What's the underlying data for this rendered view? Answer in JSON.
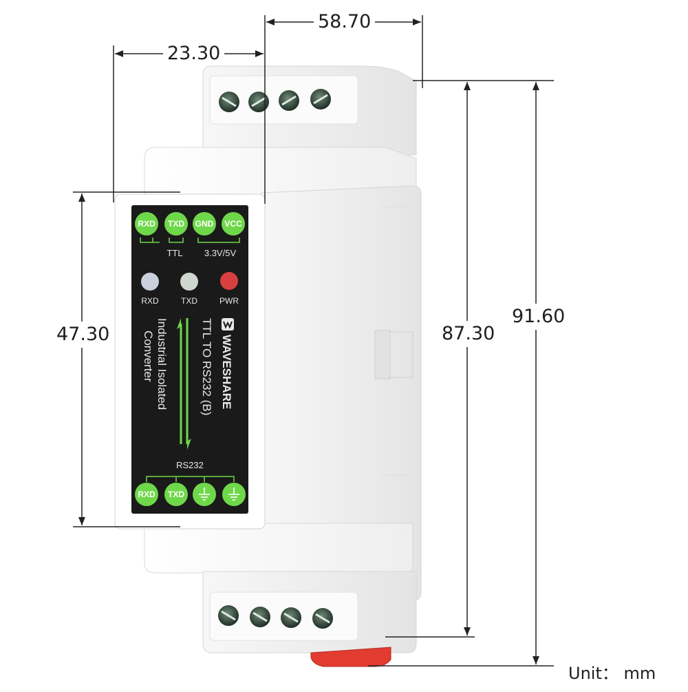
{
  "dimensions": {
    "depth_total": "58.70",
    "depth_front": "23.30",
    "panel_height": "47.30",
    "body_height": "87.30",
    "total_height": "91.60"
  },
  "unit_label": "Unit： mm",
  "panel": {
    "ttl_pins": [
      "RXD",
      "TXD",
      "GND",
      "VCC"
    ],
    "ttl_label": "TTL",
    "voltage_label": "3.3V/5V",
    "leds": [
      {
        "label": "RXD",
        "color": "#c9d0dc"
      },
      {
        "label": "TXD",
        "color": "#cfd6cf"
      },
      {
        "label": "PWR",
        "color": "#d84040"
      }
    ],
    "brand": "WAVESHARE",
    "product_line1": "TTL TO RS232 (B)",
    "product_line2": "Industrial Isolated",
    "product_line3": "Converter",
    "rs232_label": "RS232",
    "rs232_pins": [
      "RXD",
      "TXD"
    ],
    "accent_color": "#6fd84a",
    "panel_color": "#1a1a1a",
    "housing_color": "#f4f4f4"
  }
}
